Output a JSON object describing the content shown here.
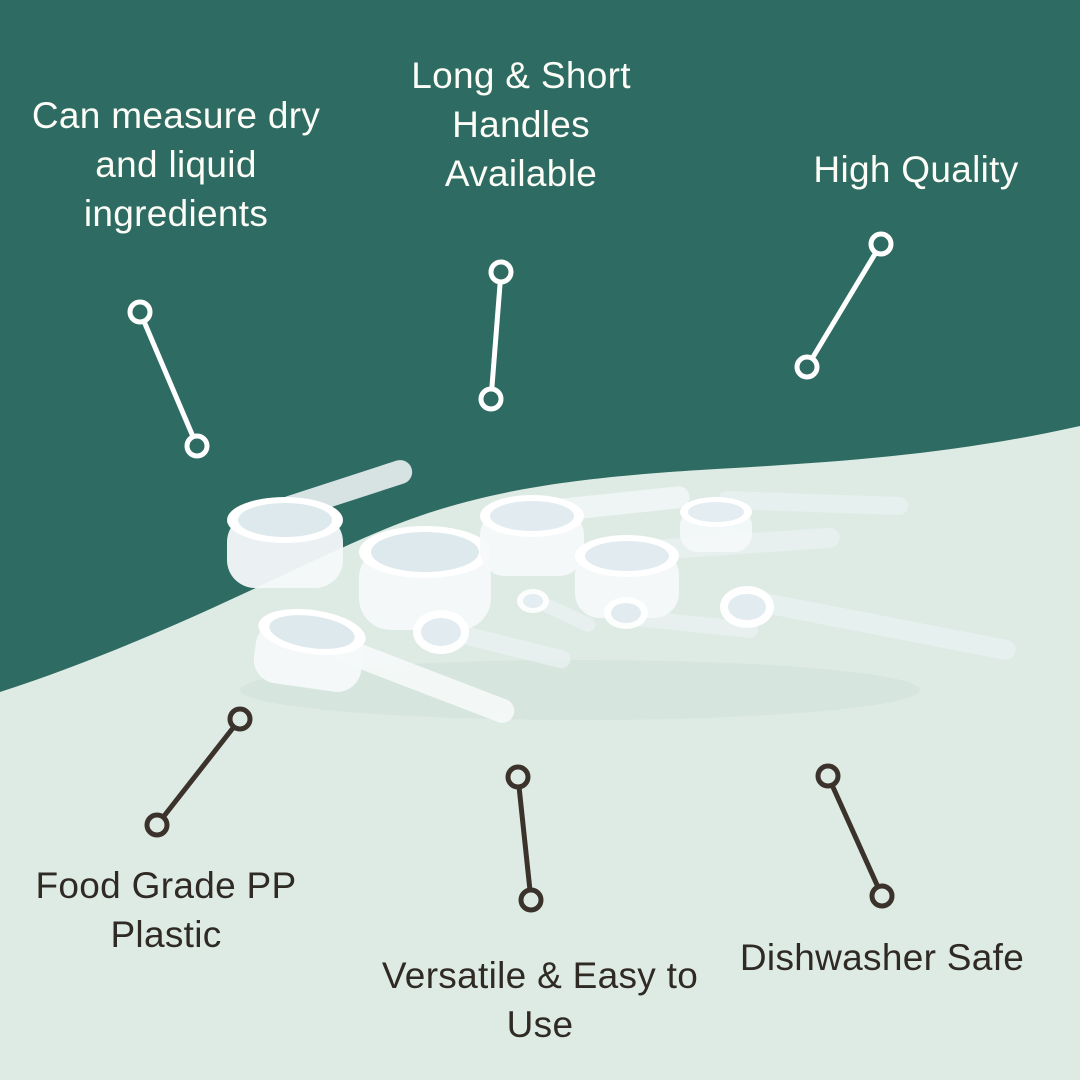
{
  "meta": {
    "title": "Measuring scoops product infographic"
  },
  "colors": {
    "teal_background": "#2E6B62",
    "mint_background": "#DEEBE4",
    "light_text": "#FBFDF6",
    "dark_text": "#2F2A24",
    "light_line": "#FFFFFF",
    "dark_line": "#3B332B",
    "scoop_white": "#F6F9FA"
  },
  "callouts": {
    "top_left": {
      "label": "Can measure dry and liquid ingredients"
    },
    "top_center": {
      "label": "Long & Short Handles Available"
    },
    "top_right": {
      "label": "High Quality"
    },
    "bottom_left": {
      "label": "Food Grade PP Plastic"
    },
    "bottom_center": {
      "label": "Versatile & Easy to Use"
    },
    "bottom_right": {
      "label": "Dishwasher Safe"
    }
  },
  "product": {
    "name": "measuring-scoop-set"
  }
}
